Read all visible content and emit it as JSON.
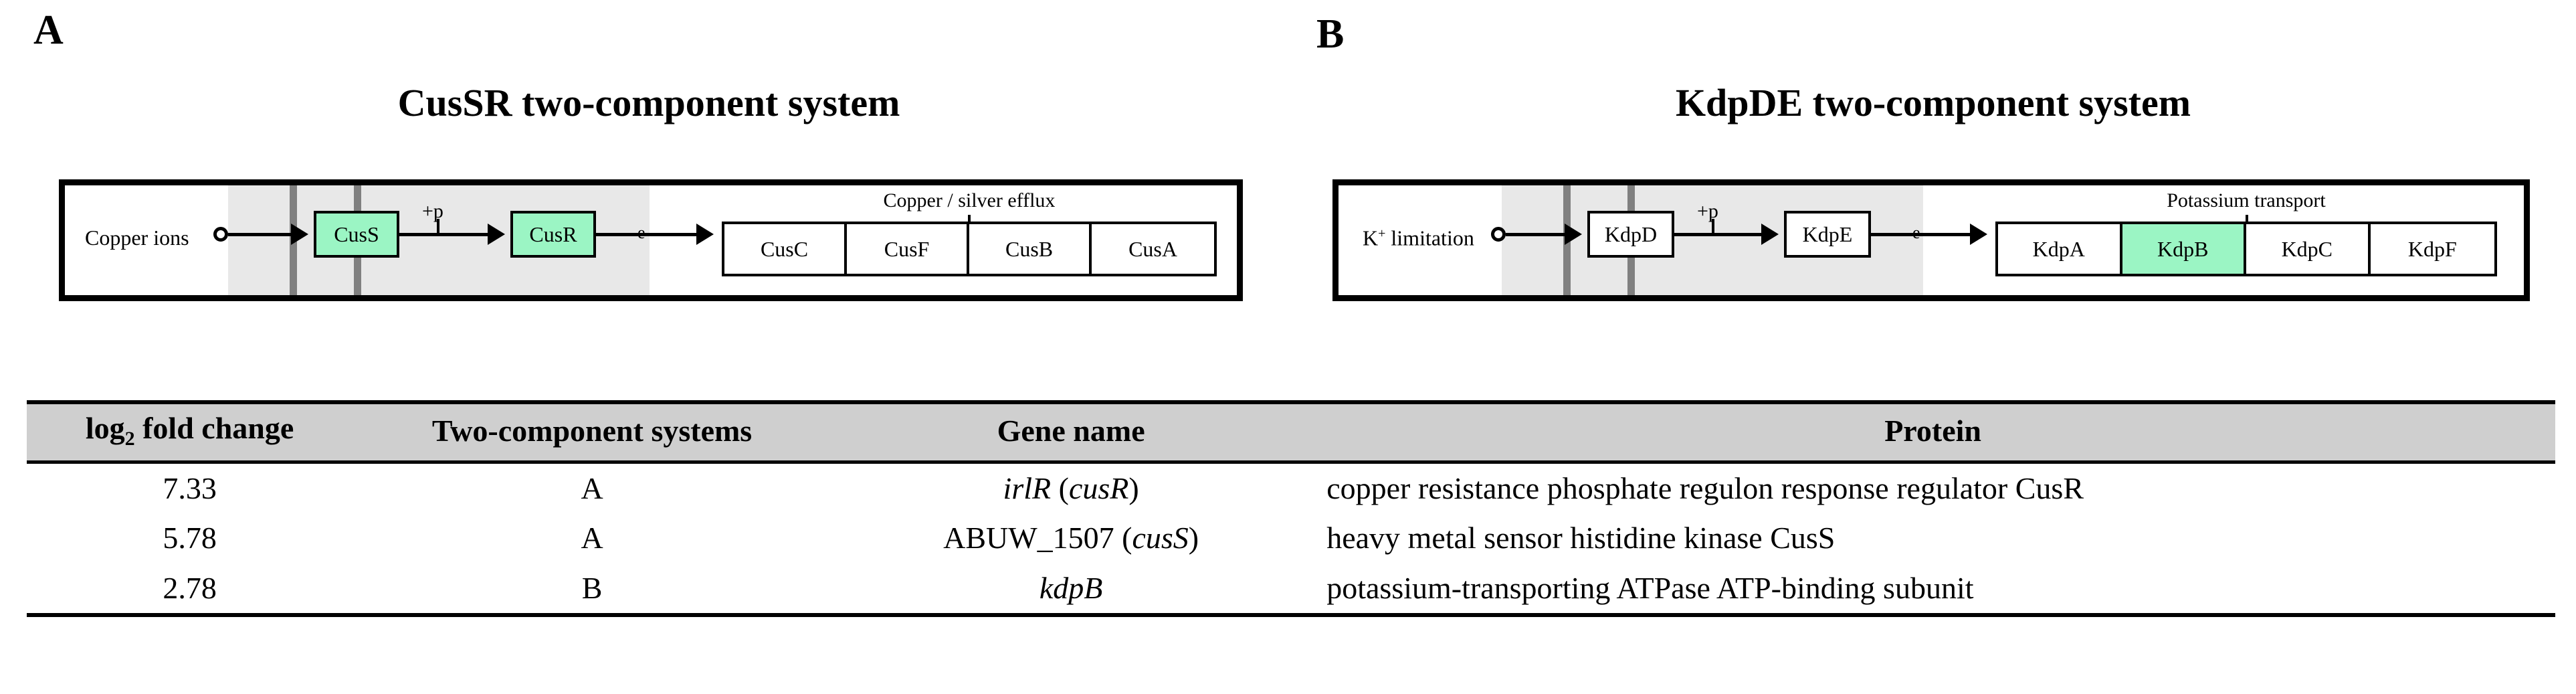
{
  "panels": [
    {
      "letter": "A",
      "title": "CusSR two-component system",
      "stimulus": "Copper ions",
      "stimulus_sup": "",
      "sensor": "CusS",
      "regulator": "CusR",
      "phospho_label": "+p",
      "edge_marker": "e",
      "cluster_title": "Copper / silver efflux",
      "cluster_genes": [
        "CusC",
        "CusF",
        "CusB",
        "CusA"
      ],
      "highlighted": [
        "CusS",
        "CusR"
      ],
      "highlight_color": "#9bf5c4"
    },
    {
      "letter": "B",
      "title": "KdpDE two-component system",
      "stimulus": "K",
      "stimulus_sup": "+",
      "stimulus_rest": " limitation",
      "sensor": "KdpD",
      "regulator": "KdpE",
      "phospho_label": "+p",
      "edge_marker": "e",
      "cluster_title": "Potassium transport",
      "cluster_genes": [
        "KdpA",
        "KdpB",
        "KdpC",
        "KdpF"
      ],
      "highlighted": [
        "KdpB"
      ],
      "highlight_color": "#9bf5c4"
    }
  ],
  "table": {
    "headers": {
      "fold_change_pre": "log",
      "fold_change_sub": "2",
      "fold_change_post": " fold change",
      "tcs": "Two-component systems",
      "gene": "Gene name",
      "protein": "Protein"
    },
    "rows": [
      {
        "fold_change": "7.33",
        "tcs": "A",
        "gene_plain": "",
        "gene_italic": "irlR",
        "gene_paren_italic": "cusR",
        "protein": "copper resistance phosphate regulon response regulator CusR"
      },
      {
        "fold_change": "5.78",
        "tcs": "A",
        "gene_plain": "ABUW_1507",
        "gene_italic": "",
        "gene_paren_italic": "cusS",
        "protein": "heavy metal sensor histidine kinase CusS"
      },
      {
        "fold_change": "2.78",
        "tcs": "B",
        "gene_plain": "",
        "gene_italic": "kdpB",
        "gene_paren_italic": "",
        "protein": "potassium-transporting ATPase ATP-binding subunit"
      }
    ]
  },
  "colors": {
    "header_background": "#cfcfcf",
    "membrane_region": "#e8e8e8",
    "membrane_bar": "#808080",
    "highlight_green": "#9bf5c4",
    "line": "#000000"
  }
}
